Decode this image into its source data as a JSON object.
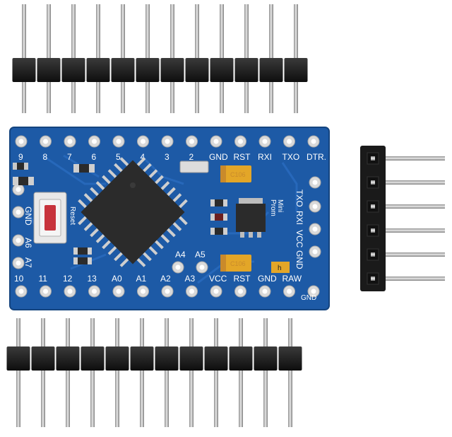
{
  "board": {
    "top_labels": [
      "9",
      "8",
      "7",
      "6",
      "5",
      "4",
      "3",
      "2",
      "GND",
      "RST",
      "RXI",
      "TXO",
      "DTR."
    ],
    "bottom_labels": [
      "10",
      "11",
      "12",
      "13",
      "A0",
      "A1",
      "A2",
      "A3",
      "VCC",
      "RST",
      "GND",
      "RAW"
    ],
    "right_labels": [
      "TXO",
      "RXI",
      "VCC",
      "GND"
    ],
    "inner_labels": [
      "A4",
      "A5"
    ],
    "side_labels": [
      "GND",
      "A6",
      "A7"
    ],
    "misc": {
      "reset": "Reset",
      "prom": "Prom",
      "mini": "Mini",
      "gnd_corner": "GND",
      "cap1": "C106",
      "cap2": "C106",
      "h": "h"
    }
  },
  "colors": {
    "pcb": "#1d5aa6",
    "header": "#1a1a1a",
    "pin": "#c8c8c8",
    "chip": "#2b2b2b"
  }
}
